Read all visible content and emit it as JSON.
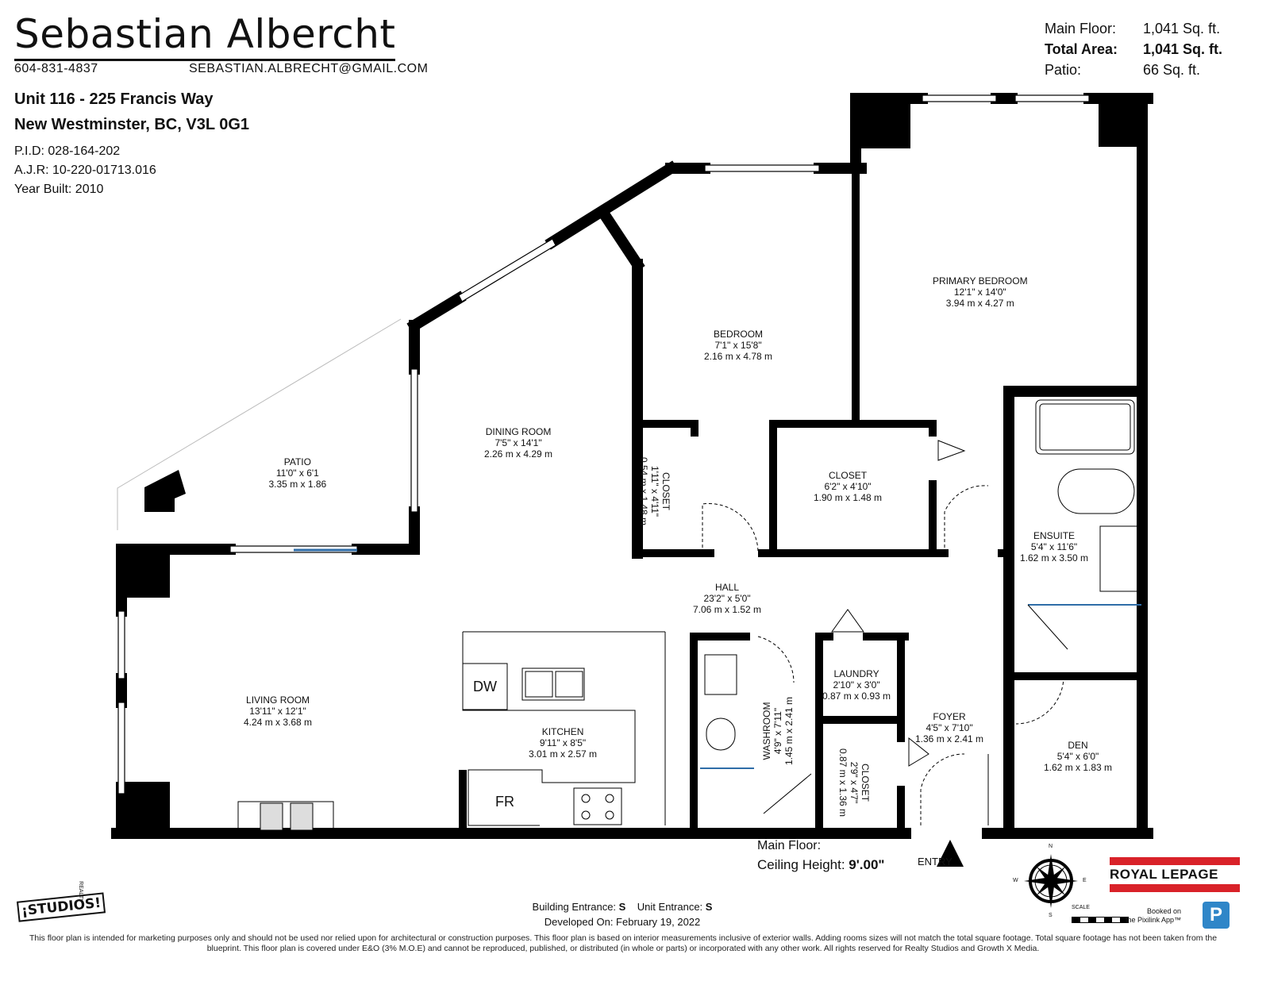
{
  "agent": {
    "name": "Sebastian Albercht",
    "phone": "604-831-4837",
    "email": "SEBASTIAN.ALBRECHT@GMAIL.COM"
  },
  "address": {
    "line1": "Unit 116 - 225 Francis Way",
    "line2": "New Westminster, BC, V3L 0G1"
  },
  "property": {
    "pid": "P.I.D: 028-164-202",
    "ajr": "A.J.R: 10-220-01713.016",
    "year_built": "Year Built: 2010"
  },
  "areas": [
    {
      "label": "Main Floor:",
      "value": "1,041 Sq. ft.",
      "bold": false
    },
    {
      "label": "Total Area:",
      "value": "1,041 Sq. ft.",
      "bold": true
    },
    {
      "label": "Patio:",
      "value": "66 Sq. ft.",
      "bold": false
    }
  ],
  "rooms": {
    "primary_bedroom": {
      "name": "PRIMARY BEDROOM",
      "imperial": "12'1\" x 14'0\"",
      "metric": "3.94 m x 4.27 m"
    },
    "bedroom": {
      "name": "BEDROOM",
      "imperial": "7'1\" x 15'8\"",
      "metric": "2.16 m x 4.78 m"
    },
    "dining_room": {
      "name": "DINING ROOM",
      "imperial": "7'5\" x 14'1\"",
      "metric": "2.26 m x 4.29 m"
    },
    "patio": {
      "name": "PATIO",
      "imperial": "11'0\" x 6'1",
      "metric": "3.35 m x 1.86"
    },
    "closet_bed": {
      "name": "CLOSET",
      "imperial": "1'11\" x 4'11\"",
      "metric": "0.54 m x 1.48 m"
    },
    "closet_main": {
      "name": "CLOSET",
      "imperial": "6'2\" x 4'10\"",
      "metric": "1.90 m x 1.48 m"
    },
    "ensuite": {
      "name": "ENSUITE",
      "imperial": "5'4\" x 11'6\"",
      "metric": "1.62 m x 3.50 m"
    },
    "hall": {
      "name": "HALL",
      "imperial": "23'2\" x 5'0\"",
      "metric": "7.06 m x 1.52 m"
    },
    "living_room": {
      "name": "LIVING ROOM",
      "imperial": "13'11\" x 12'1\"",
      "metric": "4.24 m x 3.68 m"
    },
    "kitchen": {
      "name": "KITCHEN",
      "imperial": "9'11\" x 8'5\"",
      "metric": "3.01 m x 2.57 m"
    },
    "washroom": {
      "name": "WASHROOM",
      "imperial": "4'9\" x 7'11\"",
      "metric": "1.45 m x 2.41 m"
    },
    "laundry": {
      "name": "LAUNDRY",
      "imperial": "2'10\" x 3'0\"",
      "metric": "0.87 m x 0.93 m"
    },
    "closet_foyer": {
      "name": "CLOSET",
      "imperial": "2'9\" x 4'7\"",
      "metric": "0.87 m x 1.36 m"
    },
    "foyer": {
      "name": "FOYER",
      "imperial": "4'5\" x 7'10\"",
      "metric": "1.36 m x 2.41 m"
    },
    "den": {
      "name": "DEN",
      "imperial": "5'4\" x 6'0\"",
      "metric": "1.62 m x 1.83 m"
    }
  },
  "appliances": {
    "dw": "DW",
    "fr": "FR"
  },
  "ceiling": {
    "label": "Main Floor:",
    "height_label": "Ceiling Height:",
    "height_value": "9'.00\""
  },
  "entry_label": "ENTRY",
  "compass": {
    "n": "N",
    "s": "S",
    "e": "E",
    "w": "W"
  },
  "footer": {
    "building_entrance_label": "Building Entrance:",
    "building_entrance_value": "S",
    "unit_entrance_label": "Unit Entrance:",
    "unit_entrance_value": "S",
    "developed": "Developed On: February 19, 2022",
    "disclaimer": "This floor plan is intended for marketing purposes only and should not be used nor relied upon for architectural or construction purposes. This floor plan is based on interior measurements inclusive of exterior walls. Adding rooms sizes will not match the total square footage. Total square footage has not been taken from the blueprint. This floor plan is covered under E&O (3% M.O.E) and cannot be reproduced, published, or distributed (in whole or parts) or incorporated with any other work. All rights reserved for Realty Studios and Growth X Media."
  },
  "logos": {
    "studios": "¡STUDIOS!",
    "studios_small": "REALTY",
    "royal_lepage": "ROYAL LEPAGE",
    "booked_line1": "Booked on",
    "booked_line2": "the Pixilink App™",
    "pixilink_letter": "P",
    "scale_label": "SCALE"
  }
}
